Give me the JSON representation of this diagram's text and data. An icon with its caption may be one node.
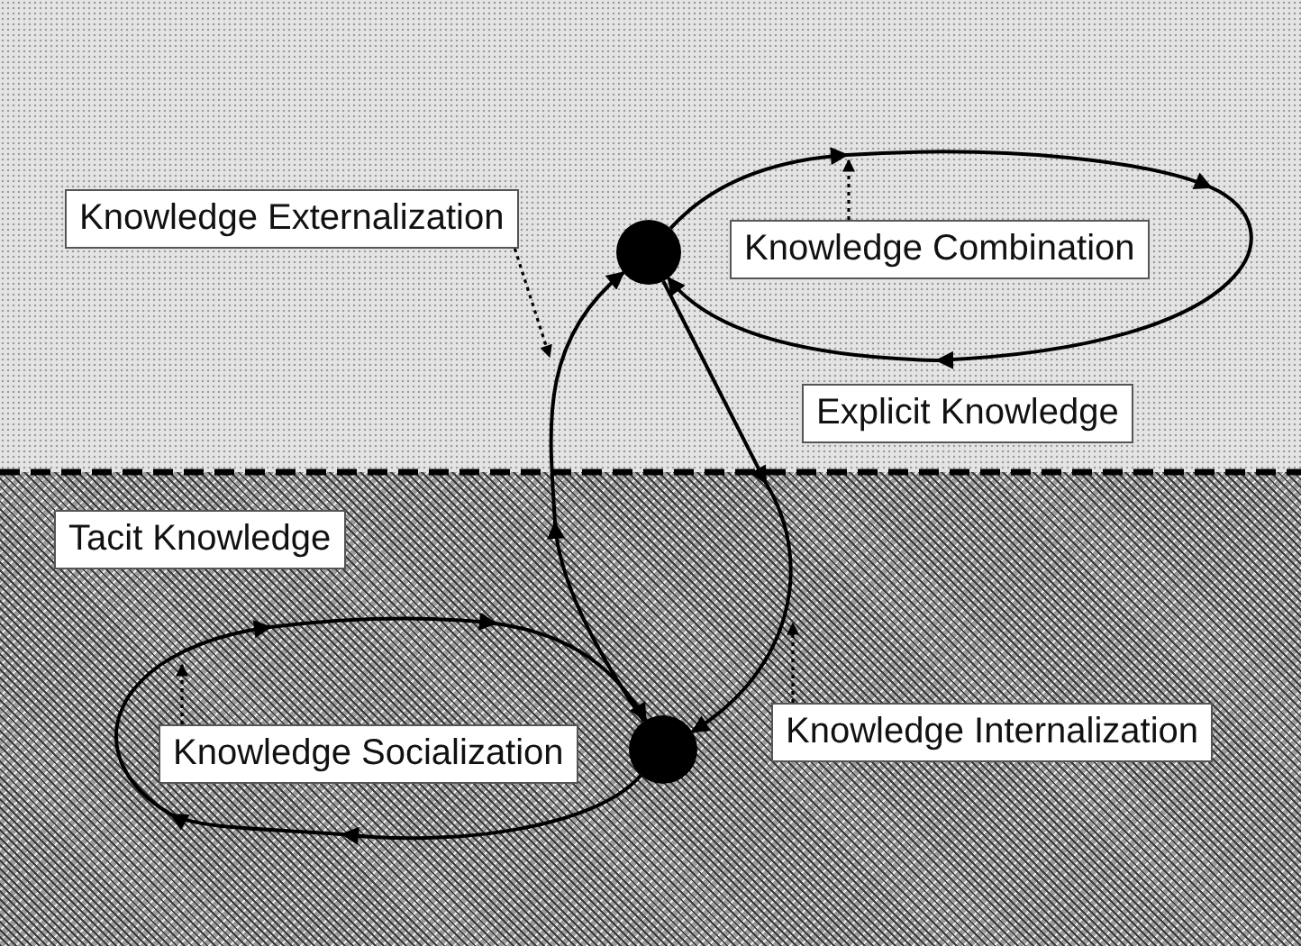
{
  "diagram": {
    "nodes": [
      {
        "text": [
          "Knowledge Externalization"
        ]
      },
      {
        "text": [],
        "shape": "circle"
      },
      {
        "text": [
          "Knowledge Combination"
        ]
      },
      {
        "text": [
          "Explicit Knowledge"
        ]
      },
      {
        "text": [
          "Tacit Knowledge"
        ]
      },
      {
        "text": [],
        "shape": "circle"
      },
      {
        "text": [
          "Knowledge Socialization"
        ]
      },
      {
        "text": [
          "Knowledge Internalization"
        ]
      }
    ],
    "edges": [
      {
        "from": 1,
        "to": 1,
        "arrow": "to"
      },
      {
        "from": 5,
        "to": 1,
        "arrow": "to"
      },
      {
        "from": 1,
        "to": 5,
        "arrow": "to"
      },
      {
        "from": 5,
        "to": 5,
        "arrow": "to"
      },
      {
        "from": 0,
        "to": null,
        "arrow": "to",
        "style": "dashed"
      },
      {
        "from": 2,
        "to": null,
        "arrow": "to",
        "style": "dashed"
      },
      {
        "from": 7,
        "to": null,
        "arrow": "to",
        "style": "dashed"
      },
      {
        "from": 6,
        "to": null,
        "arrow": "to",
        "style": "dashed"
      }
    ]
  }
}
